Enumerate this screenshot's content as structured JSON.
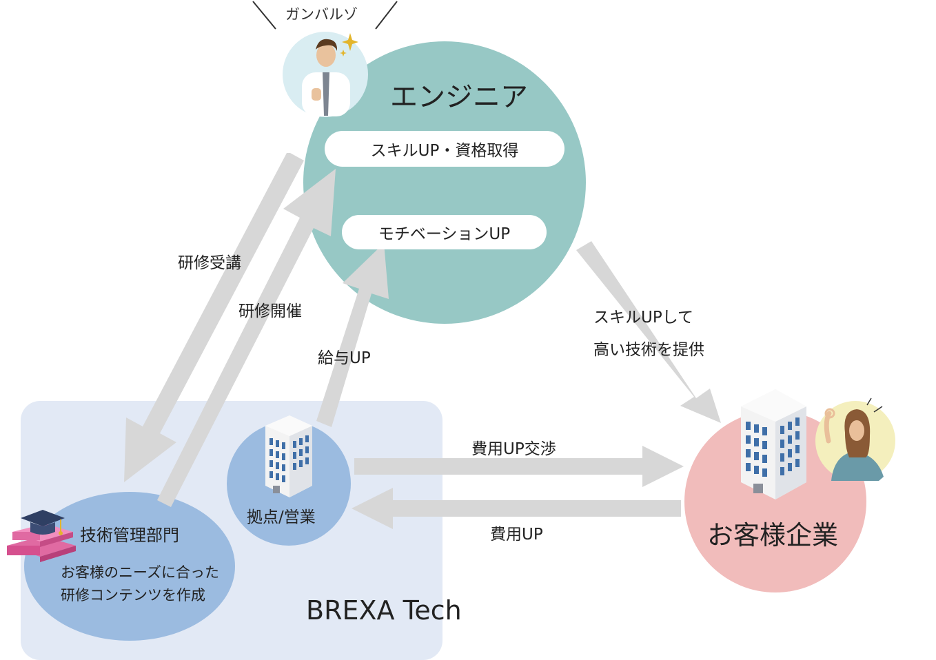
{
  "engineer": {
    "speech": "ガンバルゾ",
    "title": "エンジニア",
    "pill_skill": "スキルUP・資格取得",
    "pill_motivation": "モチベーションUP"
  },
  "arrows": {
    "training_attend": "研修受講",
    "training_hold": "研修開催",
    "salary_up": "給与UP",
    "skill_provide_line1": "スキルUPして",
    "skill_provide_line2": "高い技術を提供",
    "cost_negotiation": "費用UP交渉",
    "cost_up": "費用UP"
  },
  "brexa": {
    "name": "BREXA Tech",
    "tech_dept_title": "技術管理部門",
    "tech_dept_desc_line1": "お客様のニーズに合った",
    "tech_dept_desc_line2": "研修コンテンツを作成",
    "sales_label": "拠点/営業"
  },
  "client": {
    "title": "お客様企業"
  },
  "colors": {
    "engineer_circle": "#97c8c5",
    "brexa_panel": "#e2e9f5",
    "brexa_circles": "#9bbbe0",
    "client_circle": "#f1bcbb",
    "arrows": "#d7d7d7"
  },
  "icons": [
    "engineer-avatar-icon",
    "graduation-cap-icon",
    "books-icon",
    "office-building-icon",
    "client-avatar-icon",
    "sparkle-icon"
  ]
}
